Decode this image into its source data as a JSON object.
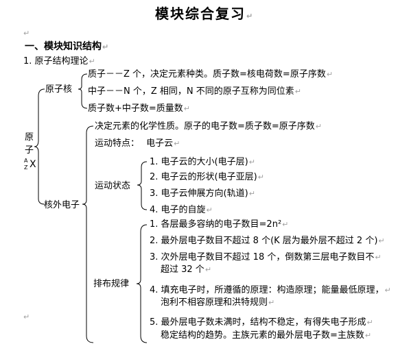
{
  "title": "模块综合复习",
  "section_heading": "一、模块知识结构",
  "item_1": "1. 原子结构理论",
  "atom": {
    "label_char1": "原",
    "label_char2": "子",
    "symbol_A": "A",
    "symbol_Z": "Z",
    "symbol_X": "X"
  },
  "nucleus": {
    "label": "原子核",
    "proton": "质子－－Z 个，决定元素种类。质子数=核电荷数=原子序数",
    "neutron": "中子－－N 个，Z 相同，N 不同的原子互称为同位素",
    "mass_number": "质子数+中子数=质量数"
  },
  "electrons": {
    "label": "核外电子",
    "chemical_property": "决定元素的化学性质。原子的电子数=质子数=原子序数",
    "motion_feature_label": "运动特点：",
    "motion_feature_value": "电子云",
    "motion_state_label": "运动状态",
    "motion_states": [
      "1. 电子云的大小(电子层)",
      "2. 电子云的形状(电子亚层)",
      "3. 电子云伸展方向(轨道)",
      "4. 电子的自旋"
    ],
    "rules_label": "排布规律",
    "rules": [
      "1. 各层最多容纳的电子数目=2n²",
      "2. 最外层电子数目不超过 8 个(K 层为最外层不超过 2 个)",
      "3. 次外层电子数目不超过 18 个，倒数第三层电子数目不",
      "超过 32 个",
      "4. 填充电子时，所遵循的原理：构造原理；能量最低原理，",
      "泡利不相容原理和洪特规则",
      "5. 最外层电子数未满时，结构不稳定，有得失电子形成",
      "稳定结构的趋势。主族元素的最外层电子数=主族数"
    ]
  },
  "paragraph_mark": "↵"
}
